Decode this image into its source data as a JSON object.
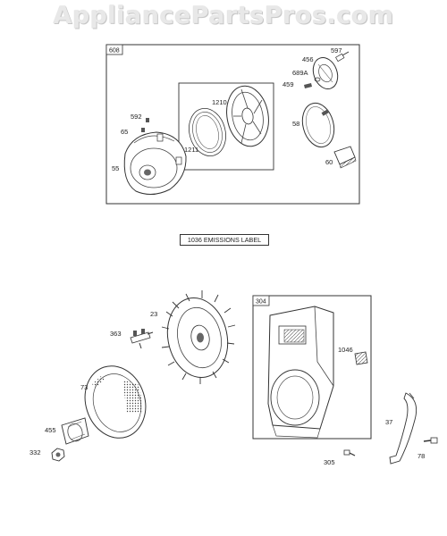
{
  "watermark": "AppliancePartsPros.com",
  "top_group": {
    "box_label": "608",
    "sub_group_label_a": "1210",
    "sub_group_label_b": "1211",
    "parts": {
      "p55": "55",
      "p65": "65",
      "p592": "592",
      "p597": "597",
      "p456": "456",
      "p689a": "689A",
      "p459": "459",
      "p58": "58",
      "p60": "60"
    }
  },
  "emissions_label": "1036 EMISSIONS LABEL",
  "bottom_group": {
    "box_label": "304",
    "parts": {
      "p23": "23",
      "p363": "363",
      "p73": "73",
      "p455": "455",
      "p332": "332",
      "p1046": "1046",
      "p37": "37",
      "p78": "78",
      "p305": "305"
    }
  }
}
